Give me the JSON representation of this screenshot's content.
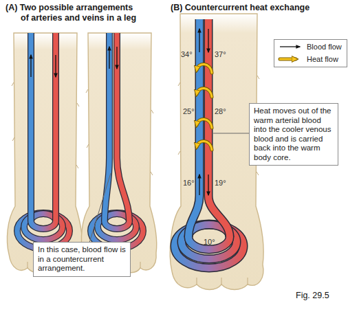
{
  "diagram": {
    "caption": "Fig. 29.5",
    "nodes": [
      {
        "text": [
          "In this case, blood flow is in a countercurrent arrangement."
        ]
      },
      {
        "text": [
          "Heat moves out of the warm arterial blood into the cooler venous blood and is carried back into the warm body core."
        ]
      }
    ],
    "labels": [
      "(A) Two possible arrangements of arteries and veins in a leg",
      "(B) Countercurrent heat exchange",
      "34°",
      "37°",
      "25°",
      "28°",
      "16°",
      "19°",
      "10°"
    ],
    "legend": [
      {
        "text": "Blood flow"
      },
      {
        "text": "Heat flow"
      }
    ]
  }
}
